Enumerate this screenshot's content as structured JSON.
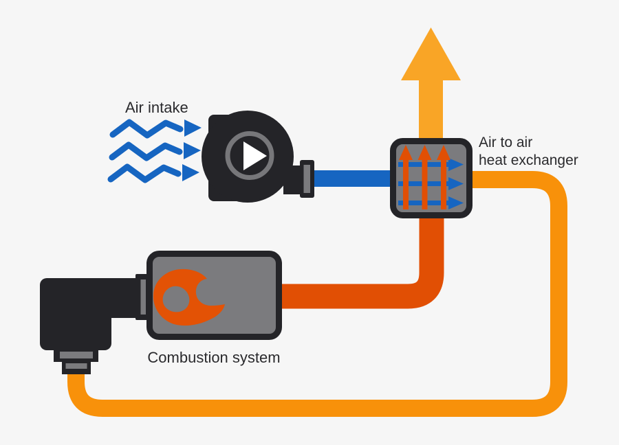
{
  "diagram": {
    "title": "Air intake / combustion heat-exchange schematic",
    "labels": {
      "air_intake": "Air intake",
      "heat_exchanger_line1": "Air to air",
      "heat_exchanger_line2": "heat exchanger",
      "combustion_system": "Combustion system"
    },
    "icons": {
      "fan": "blower-fan-icon",
      "play": "play-icon",
      "flame": "flame-icon",
      "air_flow": "wavy-arrow-icon",
      "exhaust": "up-arrow-icon",
      "heat_exchanger_core": "crossflow-arrows-icon"
    }
  },
  "colors": {
    "background": "#f6f6f6",
    "blue": "#1665c1",
    "amber": "#f9a526",
    "orange": "#f8910a",
    "hot": "#e14f04",
    "flame": "#e35205",
    "box_gray": "#7b7b7e",
    "dark": "#242428",
    "ring_gray": "#77777a",
    "white": "#ffffff"
  }
}
